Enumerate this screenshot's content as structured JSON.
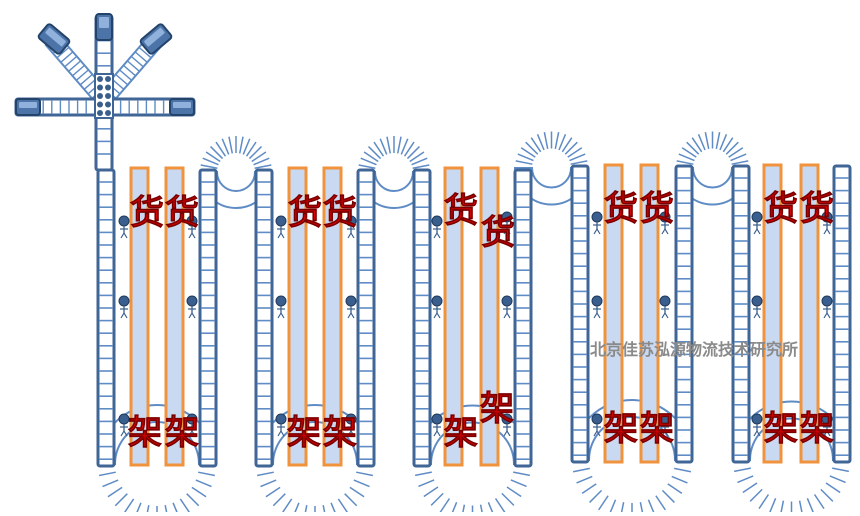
{
  "diagram": {
    "shelf_char_top": "货",
    "shelf_char_bottom": "架",
    "watermark": "北京佳苏泓源物流技术研究所",
    "colors": {
      "conveyor_fill": "#ffffff",
      "conveyor_stroke": "#3f6696",
      "conveyor_slat": "#5f8cc5",
      "shelf_fill": "#c9d9f1",
      "shelf_stroke": "#f1933c",
      "text_red": "#e60000",
      "text_outline": "#7a0000",
      "worker": "#3a5f8e",
      "watermark": "#8a8a8a"
    },
    "icons": {
      "junction": "sorter-junction-icon",
      "machine": "terminal-machine-icon",
      "worker": "picker-worker-icon"
    }
  }
}
